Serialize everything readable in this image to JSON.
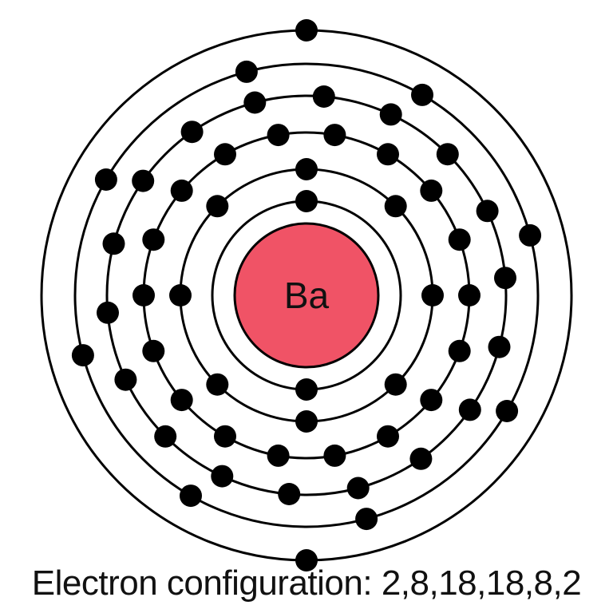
{
  "atom": {
    "symbol": "Ba",
    "caption": "Electron configuration: 2,8,18,18,8,2",
    "shells": [
      2,
      8,
      18,
      18,
      8,
      2
    ],
    "colors": {
      "nucleus_fill": "#f05366",
      "nucleus_stroke": "#000000",
      "orbit": "#000000",
      "electron": "#000000",
      "text": "#111111"
    }
  }
}
